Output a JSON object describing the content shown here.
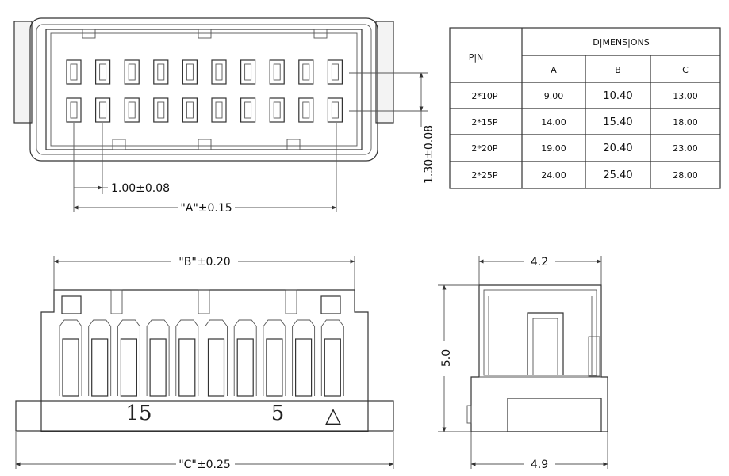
{
  "dimensions": {
    "pin_pitch": "1.00±0.08",
    "dim_a": "\"A\"±0.15",
    "row_pitch": "1.30±0.08",
    "dim_b": "\"B\"±0.20",
    "dim_c": "\"C\"±0.25",
    "side_top_width": "4.2",
    "side_height": "5.0",
    "side_bottom_width": "4.9"
  },
  "front_view": {
    "labels": [
      "15",
      "5"
    ],
    "marker": "△"
  },
  "table": {
    "pn_header": "P|N",
    "dims_header": "D|MENS|ONS",
    "columns": [
      "A",
      "B",
      "C"
    ],
    "rows": [
      {
        "pn": "2*10P",
        "a": "9.00",
        "b": "10.40",
        "c": "13.00"
      },
      {
        "pn": "2*15P",
        "a": "14.00",
        "b": "15.40",
        "c": "18.00"
      },
      {
        "pn": "2*20P",
        "a": "19.00",
        "b": "20.40",
        "c": "23.00"
      },
      {
        "pn": "2*25P",
        "a": "24.00",
        "b": "25.40",
        "c": "28.00"
      }
    ]
  }
}
